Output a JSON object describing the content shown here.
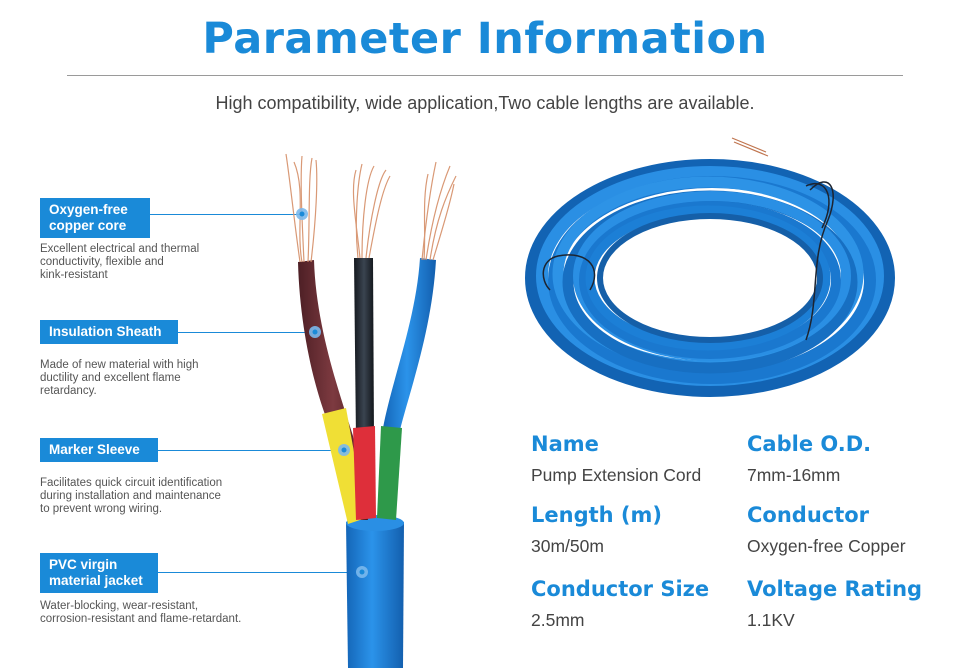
{
  "header": {
    "title": "Parameter Information",
    "subtitle": "High compatibility, wide application,Two cable lengths are available."
  },
  "callouts": [
    {
      "label": "Oxygen-free\ncopper core",
      "desc": "Excellent electrical and thermal\nconductivity, flexible and\nkink-resistant"
    },
    {
      "label": "Insulation Sheath",
      "desc": "Made of new material with high\nductility and excellent flame\nretardancy."
    },
    {
      "label": "Marker Sleeve",
      "desc": "Facilitates quick circuit identification\nduring installation and maintenance\nto prevent wrong wiring."
    },
    {
      "label": "PVC virgin\nmaterial jacket",
      "desc": "Water-blocking, wear-resistant,\ncorrosion-resistant and flame-retardant."
    }
  ],
  "specs": [
    {
      "label": "Name",
      "value": "Pump Extension Cord"
    },
    {
      "label": "Cable O.D.",
      "value": "7mm-16mm"
    },
    {
      "label": "Length (m)",
      "value": "30m/50m"
    },
    {
      "label": "Conductor",
      "value": "Oxygen-free Copper"
    },
    {
      "label": "Conductor Size",
      "value": "2.5mm"
    },
    {
      "label": "Voltage Rating",
      "value": "1.1KV"
    }
  ],
  "colors": {
    "accent": "#1a8ad8",
    "cable_blue": "#1e7fd6",
    "wire_brown": "#6b2f35",
    "wire_black": "#222a33",
    "sleeve_yellow": "#f2e23a",
    "sleeve_red": "#e0303a",
    "sleeve_green": "#2f9a4a",
    "copper": "#e0a080"
  }
}
